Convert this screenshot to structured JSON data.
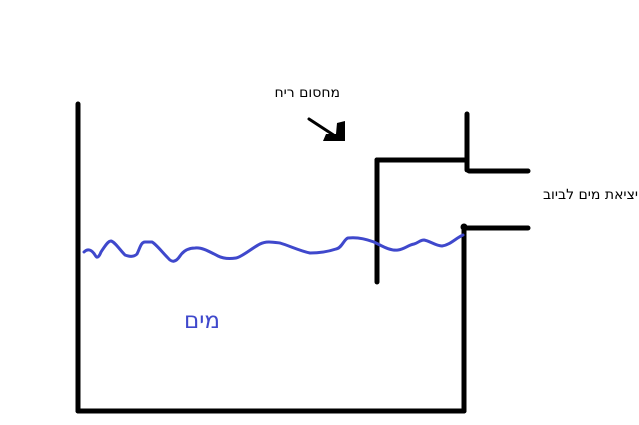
{
  "diagram": {
    "title": "",
    "labels": {
      "odor_trap": "מחסום ריח",
      "outlet": "יציאת מים לביוב",
      "water": "מים"
    },
    "colors": {
      "background": "#ffffff",
      "walls": "#000000",
      "water_line": "#3f48cc",
      "water_label": "#3f48cc"
    },
    "components": [
      {
        "id": "tank-left-wall",
        "description": "Left wall of tank"
      },
      {
        "id": "tank-bottom",
        "description": "Bottom of tank"
      },
      {
        "id": "tank-right-wall",
        "description": "Right wall of tank up to outlet"
      },
      {
        "id": "baffle",
        "description": "Odor trap baffle hanging into water"
      },
      {
        "id": "outlet-pipe",
        "description": "Outlet pipe to sewer"
      },
      {
        "id": "water-surface",
        "description": "Wavy water surface line"
      },
      {
        "id": "pointer-arrow",
        "description": "Arrow pointing to odor trap"
      }
    ]
  }
}
